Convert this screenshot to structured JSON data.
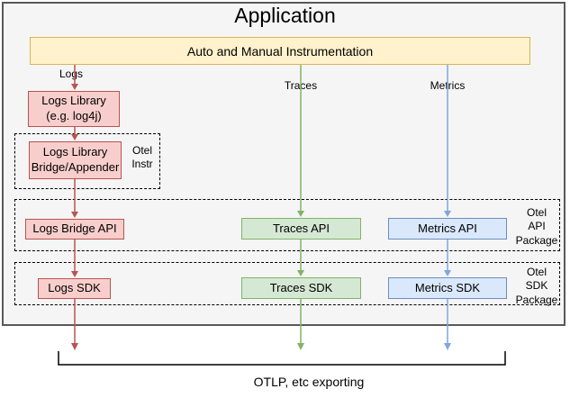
{
  "app": {
    "title": "Application"
  },
  "instrumentation": {
    "label": "Auto and Manual Instrumentation"
  },
  "flows": {
    "logs": "Logs",
    "traces": "Traces",
    "metrics": "Metrics"
  },
  "logs_column": {
    "library": "Logs Library\n(e.g. log4j)",
    "bridge": "Logs Library\nBridge/Appender",
    "bridge_group_label": "Otel\nInstr",
    "bridge_api": "Logs Bridge API",
    "sdk": "Logs SDK"
  },
  "traces_column": {
    "api": "Traces API",
    "sdk": "Traces SDK"
  },
  "metrics_column": {
    "api": "Metrics API",
    "sdk": "Metrics SDK"
  },
  "packages": {
    "api": "Otel\nAPI\nPackage",
    "sdk": "Otel\nSDK\nPackage"
  },
  "exporting": {
    "label": "OTLP, etc exporting"
  },
  "palette": {
    "app_fill": "#F5F5F5",
    "app_stroke": "#595959",
    "instr_fill": "#FFF2CC",
    "instr_stroke": "#D6B656",
    "logs_fill": "#F8CECC",
    "logs_stroke": "#B85450",
    "traces_fill": "#D5E8D4",
    "traces_stroke": "#82B366",
    "metrics_fill": "#DAE8FC",
    "metrics_stroke": "#6C8EBF",
    "logs_arrow": "#B85450",
    "traces_arrow": "#82B366",
    "metrics_arrow": "#7EA6E0"
  }
}
